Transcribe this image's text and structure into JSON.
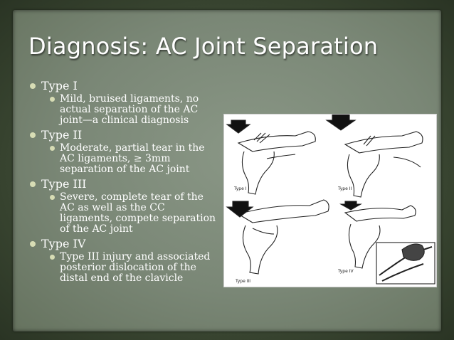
{
  "slide": {
    "title": "Diagnosis: AC Joint Separation",
    "bullets": [
      {
        "label": "Type I",
        "sub": "Mild, bruised ligaments, no actual separation of the AC joint—a clinical diagnosis"
      },
      {
        "label": "Type II",
        "sub": "Moderate, partial tear in the AC ligaments, ≥ 3mm separation of the AC joint"
      },
      {
        "label": "Type III",
        "sub": "Severe, complete tear of the AC as well as the CC ligaments, compete separation of the AC joint"
      },
      {
        "label": "Type IV",
        "sub": "Type III injury and associated posterior dislocation of the distal end of the clavicle"
      }
    ]
  },
  "figure": {
    "panel_labels": [
      "Type I",
      "Type II",
      "Type III",
      "Type IV"
    ],
    "bullet_color": "#d7dcb4",
    "title_color": "#ffffff"
  }
}
